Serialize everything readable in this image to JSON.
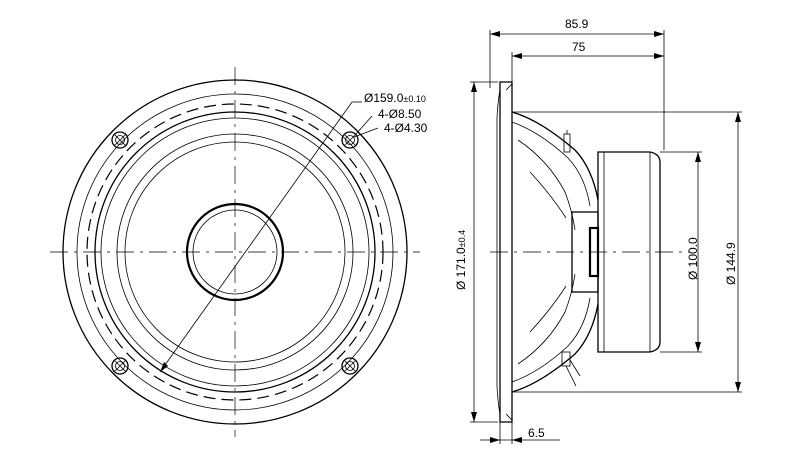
{
  "front_view": {
    "dim_outer_diameter": "Ø159.0",
    "dim_outer_tol": "±0.10",
    "dim_holes_large": "4-Ø8.50",
    "dim_holes_small": "4-Ø4.30"
  },
  "side_view": {
    "dim_total_depth": "85.9",
    "dim_depth": "75",
    "dim_flange_dia": "Ø 171.0",
    "dim_flange_tol": "±0.4",
    "dim_magnet_dia": "Ø 100.0",
    "dim_frame_dia": "Ø 144.9",
    "dim_flange_thickness": "6.5"
  }
}
